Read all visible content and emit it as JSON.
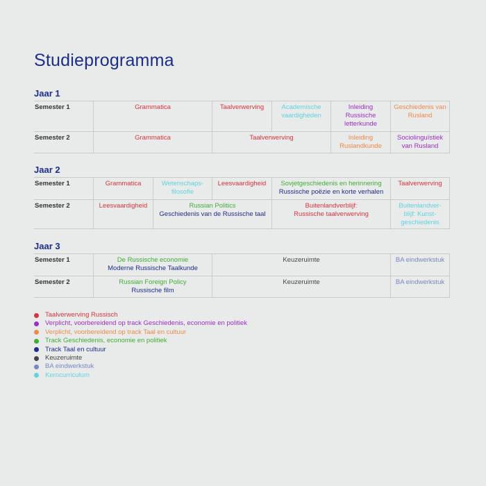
{
  "title": "Studieprogramma",
  "colors": {
    "red": "#d8343e",
    "purple": "#9b2ec4",
    "orange": "#ee8a4a",
    "green": "#3fae33",
    "navy": "#1b2e8c",
    "dark": "#454545",
    "slate": "#7788c4",
    "cyan": "#5fd3e0"
  },
  "years": [
    {
      "heading": "Jaar 1",
      "rows": [
        {
          "semester": "Semester 1",
          "cells": [
            {
              "span": 2,
              "lines": [
                {
                  "text": "Grammatica",
                  "color": "red"
                }
              ]
            },
            {
              "span": 1,
              "lines": [
                {
                  "text": "Taalverwerving",
                  "color": "red"
                }
              ]
            },
            {
              "span": 1,
              "lines": [
                {
                  "text": "Academische vaardigheden",
                  "color": "cyan"
                }
              ]
            },
            {
              "span": 1,
              "lines": [
                {
                  "text": "Inleiding Russische letterkunde",
                  "color": "purple"
                }
              ]
            },
            {
              "span": 1,
              "lines": [
                {
                  "text": "Geschiedenis van Rusland",
                  "color": "orange"
                }
              ]
            }
          ]
        },
        {
          "semester": "Semester 2",
          "cells": [
            {
              "span": 2,
              "lines": [
                {
                  "text": "Grammatica",
                  "color": "red"
                }
              ]
            },
            {
              "span": 2,
              "lines": [
                {
                  "text": "Taalverwerving",
                  "color": "red"
                }
              ]
            },
            {
              "span": 1,
              "lines": [
                {
                  "text": "Inleiding Ruslandkunde",
                  "color": "orange"
                }
              ]
            },
            {
              "span": 1,
              "lines": [
                {
                  "text": "Sociolinguïstiek van Rusland",
                  "color": "purple"
                }
              ]
            }
          ]
        }
      ]
    },
    {
      "heading": "Jaar 2",
      "rows": [
        {
          "semester": "Semester 1",
          "cells": [
            {
              "span": 1,
              "lines": [
                {
                  "text": "Grammatica",
                  "color": "red"
                }
              ]
            },
            {
              "span": 1,
              "lines": [
                {
                  "text": "Wetenschaps-filosofie",
                  "color": "cyan"
                }
              ]
            },
            {
              "span": 1,
              "lines": [
                {
                  "text": "Leesvaardigheid",
                  "color": "red"
                }
              ]
            },
            {
              "span": 2,
              "lines": [
                {
                  "text": "Sovjetgeschiedenis en herinnering",
                  "color": "green"
                },
                {
                  "text": "Russische poëzie en korte verhalen",
                  "color": "navy"
                }
              ]
            },
            {
              "span": 1,
              "lines": [
                {
                  "text": "Taalverwerving",
                  "color": "red"
                }
              ]
            }
          ]
        },
        {
          "semester": "Semester 2",
          "cells": [
            {
              "span": 1,
              "lines": [
                {
                  "text": "Leesvaardigheid",
                  "color": "red"
                }
              ]
            },
            {
              "span": 2,
              "lines": [
                {
                  "text": "Russian Politics",
                  "color": "green"
                },
                {
                  "text": "Geschiedenis van de Russische taal",
                  "color": "navy"
                }
              ]
            },
            {
              "span": 2,
              "lines": [
                {
                  "text": "Buitenlandverblijf:",
                  "color": "red"
                },
                {
                  "text": "Russische taalverwerving",
                  "color": "red"
                }
              ]
            },
            {
              "span": 1,
              "lines": [
                {
                  "text": "Buitenlandver-blijf: Kunst-geschiedenis",
                  "color": "cyan"
                }
              ]
            }
          ]
        }
      ]
    },
    {
      "heading": "Jaar 3",
      "rows": [
        {
          "semester": "Semester 1",
          "cells": [
            {
              "span": 2,
              "lines": [
                {
                  "text": "De Russische economie",
                  "color": "green"
                },
                {
                  "text": "Moderne Russische Taalkunde",
                  "color": "navy"
                }
              ]
            },
            {
              "span": 3,
              "lines": [
                {
                  "text": "Keuzeruimte",
                  "color": "dark"
                }
              ]
            },
            {
              "span": 1,
              "lines": [
                {
                  "text": "BA eindwerkstuk",
                  "color": "slate"
                }
              ]
            }
          ]
        },
        {
          "semester": "Semester 2",
          "cells": [
            {
              "span": 2,
              "lines": [
                {
                  "text": "Russian Foreign Policy",
                  "color": "green"
                },
                {
                  "text": "Russische film",
                  "color": "navy"
                }
              ]
            },
            {
              "span": 3,
              "lines": [
                {
                  "text": "Keuzeruimte",
                  "color": "dark"
                }
              ]
            },
            {
              "span": 1,
              "lines": [
                {
                  "text": "BA eindwerkstuk",
                  "color": "slate"
                }
              ]
            }
          ]
        }
      ]
    }
  ],
  "legend": [
    {
      "label": "Taalverwerving Russisch",
      "color": "red"
    },
    {
      "label": "Verplicht, voorbereidend op track Geschiedenis, economie en politiek",
      "color": "purple"
    },
    {
      "label": "Verplicht, voorbereidend op track Taal en cultuur",
      "color": "orange"
    },
    {
      "label": "Track Geschiedenis, economie en politiek",
      "color": "green"
    },
    {
      "label": "Track Taal en cultuur",
      "color": "navy"
    },
    {
      "label": "Keuzeruimte",
      "color": "dark"
    },
    {
      "label": "BA eindwerkstuk",
      "color": "slate"
    },
    {
      "label": "Kerncurriculum",
      "color": "cyan"
    }
  ]
}
